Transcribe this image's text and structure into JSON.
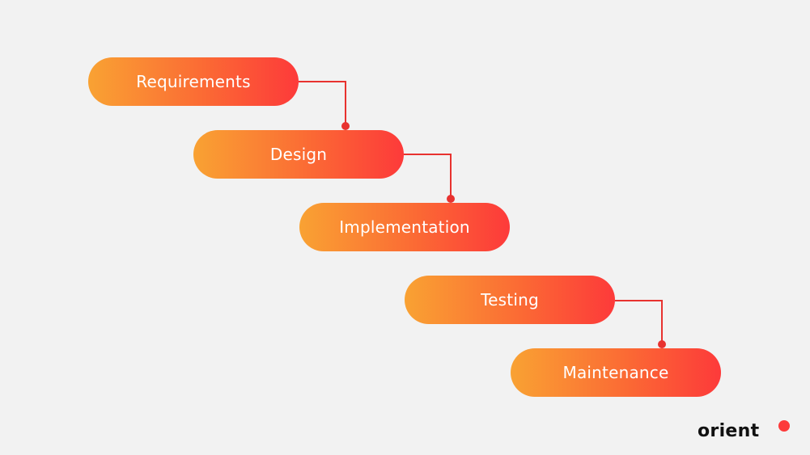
{
  "diagram": {
    "steps": [
      {
        "label": "Requirements"
      },
      {
        "label": "Design"
      },
      {
        "label": "Implementation"
      },
      {
        "label": "Testing"
      },
      {
        "label": "Maintenance"
      }
    ],
    "connections": [
      {
        "from": "Requirements",
        "to": "Design"
      },
      {
        "from": "Design",
        "to": "Implementation"
      },
      {
        "from": "Testing",
        "to": "Maintenance"
      }
    ]
  },
  "logo": {
    "text": "orient"
  },
  "colors": {
    "background": "#f2f2f2",
    "gradient_start": "#f9a233",
    "gradient_end": "#fd3a3a",
    "connector": "#e8322f",
    "logo_text": "#111111",
    "logo_dot": "#fd3a3a"
  },
  "icons": {
    "logo_mark": "red-dot-icon"
  }
}
